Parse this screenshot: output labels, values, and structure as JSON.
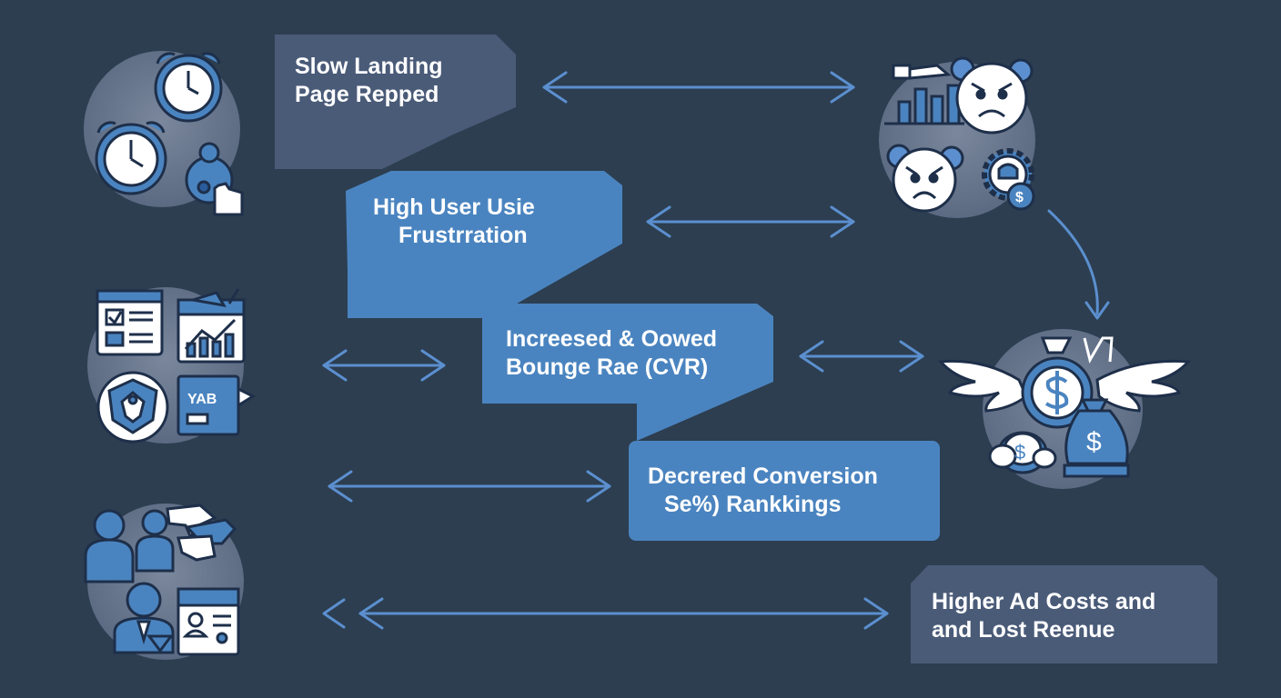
{
  "boxes": {
    "slow_landing": {
      "line1": "Slow Landing",
      "line2": "Page Repped"
    },
    "frustration": {
      "line1": "High User Usie",
      "line2": "Frustrration"
    },
    "bounce": {
      "line1": "Increesed & Oowed",
      "line2": "Bounge Rae (CVR)"
    },
    "conversion": {
      "line1": "Decrered  Conversion",
      "line2": "Se%) Rankkings"
    },
    "ad_costs": {
      "line1": "Higher Ad Costs and",
      "line2": "and Lost Reenue"
    }
  },
  "icon_text": {
    "tab": "YAB"
  },
  "colors": {
    "background": "#2c3e50",
    "box_dark": "#4a5b78",
    "box_blue": "#4a84c0",
    "accent": "#5b8fcf",
    "icon_fill": "#3a6fb5",
    "circle": "#64738a"
  }
}
